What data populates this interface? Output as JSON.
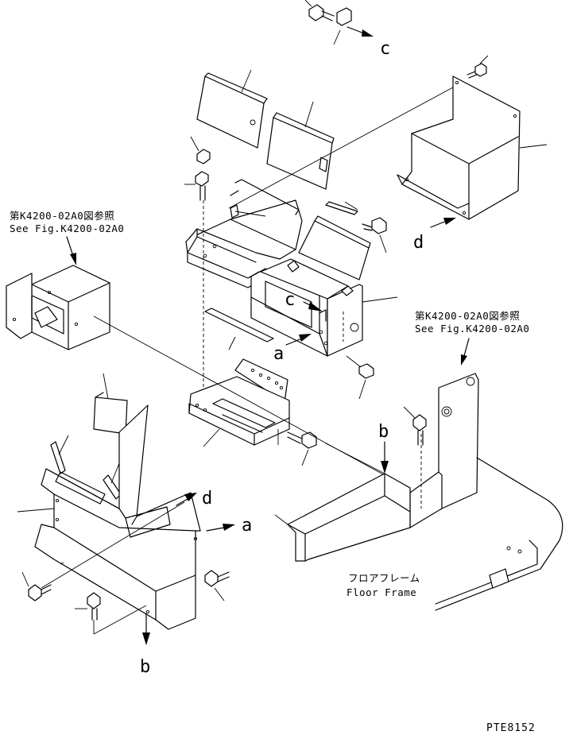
{
  "references": {
    "left_jp": "第K4200-02A0図参照",
    "left_en": "See Fig.K4200-02A0",
    "right_jp": "第K4200-02A0図参照",
    "right_en": "See Fig.K4200-02A0"
  },
  "floor_frame": {
    "jp": "フロアフレーム",
    "en": "Floor Frame"
  },
  "letters": {
    "c_top": "c",
    "c_mid": "c",
    "d_right": "d",
    "d_left": "d",
    "a_mid": "a",
    "a_right": "a",
    "b_top": "b",
    "b_bottom": "b"
  },
  "drawing_code": "PTE8152"
}
